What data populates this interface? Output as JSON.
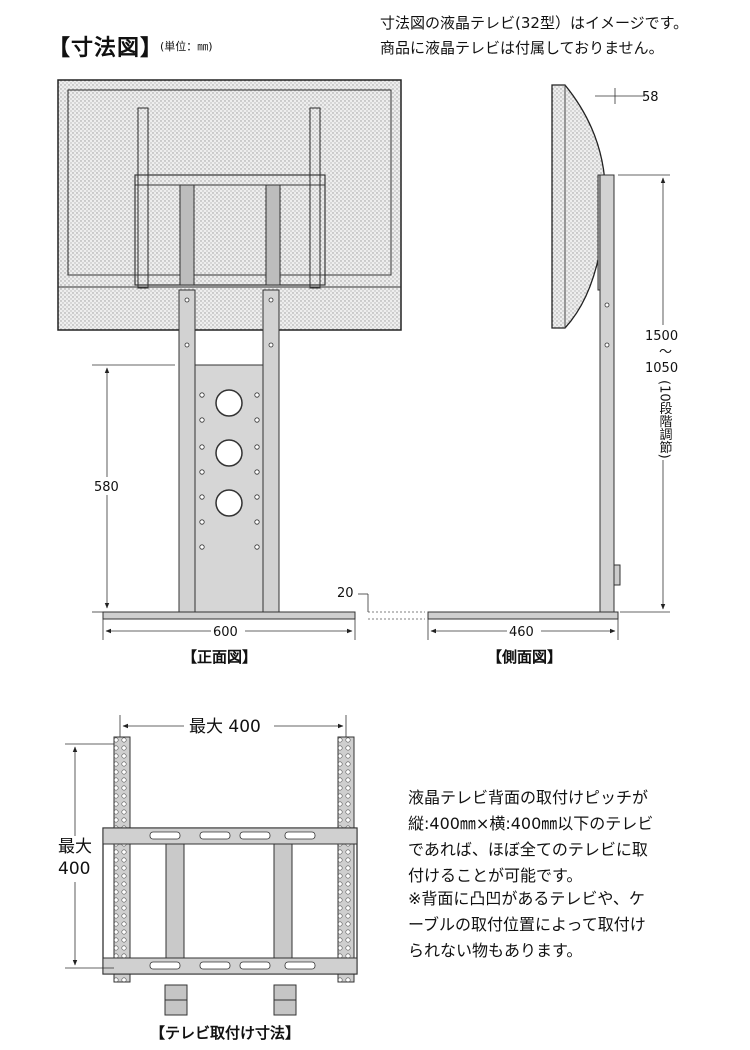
{
  "header": {
    "title": "【寸法図】",
    "unit": "(単位：㎜)",
    "note_line1": "寸法図の液晶テレビ(32型）はイメージです。",
    "note_line2": "商品に液晶テレビは付属しておりません。"
  },
  "front_view": {
    "caption": "【正面図】",
    "width_dim": "600",
    "height_dim": "580"
  },
  "side_view": {
    "caption": "【側面図】",
    "depth_dim": "460",
    "offset_dim": "58",
    "base_thickness_dim": "20",
    "height_range_top": "1500",
    "height_range_sep": "〜",
    "height_range_bottom": "1050",
    "height_note": "(10段階調節)"
  },
  "mount_view": {
    "caption": "【テレビ取付け寸法】",
    "width_label": "最大 400",
    "height_label_top": "最大",
    "height_label_bottom": "400"
  },
  "description": {
    "lines_a": [
      "液晶テレビ背面の取付けピッチが",
      "縦:400㎜×横:400㎜以下のテレビ",
      "であれば、ほぼ全てのテレビに取",
      "付けることが可能です。"
    ],
    "lines_b": [
      "※背面に凸凹があるテレビや、ケ",
      "ーブルの取付位置によって取付け",
      "られない物もあります。"
    ]
  },
  "colors": {
    "line": "#222222",
    "panel_fill": "#e4e4e4",
    "metal_fill": "#c8c8c8",
    "plate_fill": "#d0d0d0"
  }
}
